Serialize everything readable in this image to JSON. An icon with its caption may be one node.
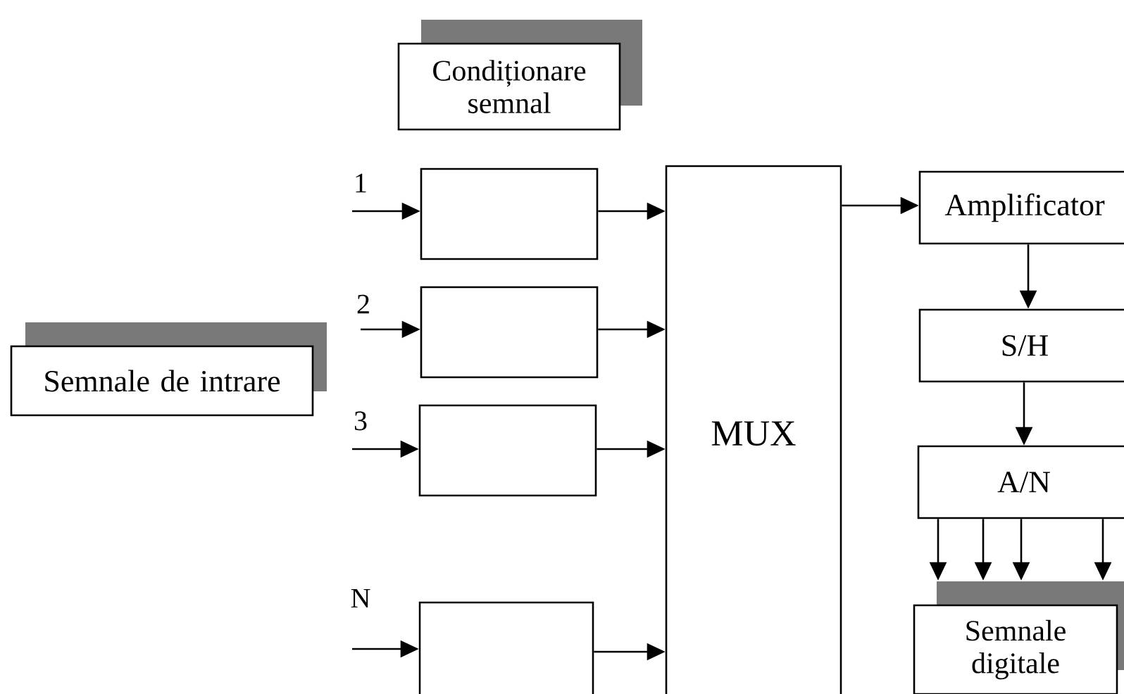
{
  "diagram": {
    "nodes": [
      {
        "text": [
          "Condiționare semnal"
        ]
      },
      {
        "text": [
          "Semnale de intrare"
        ]
      },
      {
        "text": [],
        "shape": "box"
      },
      {
        "text": [],
        "shape": "box"
      },
      {
        "text": [],
        "shape": "box"
      },
      {
        "text": [],
        "shape": "box"
      },
      {
        "text": [
          "MUX"
        ]
      },
      {
        "text": [
          "Amplificator"
        ]
      },
      {
        "text": [
          "S/H"
        ]
      },
      {
        "text": [
          "A/N"
        ]
      },
      {
        "text": [
          "Semnale digitale"
        ]
      }
    ],
    "edges": [
      {
        "from": null,
        "to": 2,
        "arrow": "to",
        "label": "1"
      },
      {
        "from": null,
        "to": 3,
        "arrow": "to",
        "label": "2"
      },
      {
        "from": null,
        "to": 4,
        "arrow": "to",
        "label": "3"
      },
      {
        "from": null,
        "to": 5,
        "arrow": "to",
        "label": "N"
      },
      {
        "from": 2,
        "to": 6,
        "arrow": "to"
      },
      {
        "from": 3,
        "to": 6,
        "arrow": "to"
      },
      {
        "from": 4,
        "to": 6,
        "arrow": "to"
      },
      {
        "from": 5,
        "to": 6,
        "arrow": "to"
      },
      {
        "from": 6,
        "to": 7,
        "arrow": "to"
      },
      {
        "from": 7,
        "to": 8,
        "arrow": "to"
      },
      {
        "from": 8,
        "to": 9,
        "arrow": "to"
      },
      {
        "from": 9,
        "to": 10,
        "arrow": "to"
      },
      {
        "from": 9,
        "to": 10,
        "arrow": "to"
      },
      {
        "from": 9,
        "to": 10,
        "arrow": "to"
      },
      {
        "from": 9,
        "to": 10,
        "arrow": "to"
      }
    ]
  }
}
